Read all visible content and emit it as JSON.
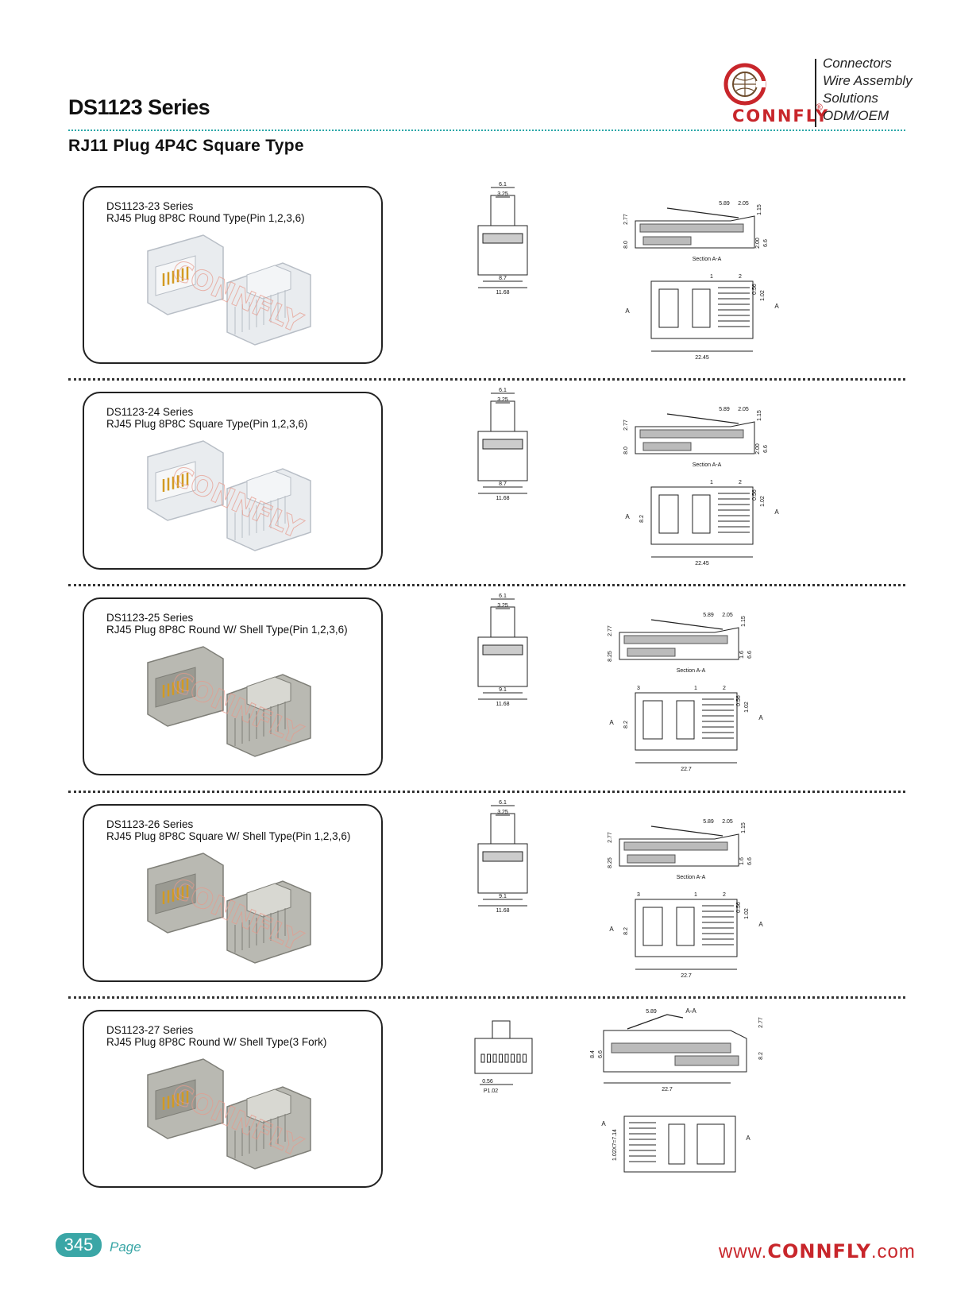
{
  "header": {
    "series_title": "DS1123 Series",
    "subtitle": "RJ11 Plug 4P4C Square Type",
    "brand": "CONNFLY",
    "brand_mark": "®",
    "taglines": [
      "Connectors",
      "Wire Assembly",
      "Solutions",
      "ODM/OEM"
    ]
  },
  "products": [
    {
      "name": "DS1123-23 Series",
      "desc": "RJ45 Plug 8P8C Round Type(Pin 1,2,3,6)",
      "shell": false,
      "dims": {
        "top_w": "6.1",
        "top_inner": "3.25",
        "w1": "8.7",
        "w2": "11.68",
        "s1": "5.89",
        "s2": "2.05",
        "s3": "1.15",
        "h1": "2.77",
        "h2": "8.0",
        "h3": "2.00",
        "h4": "6.6",
        "section": "Section A-A",
        "p1": "0.56",
        "p2": "1.02",
        "len": "22.45",
        "call1": "1",
        "call2": "2",
        "arrow": "A"
      }
    },
    {
      "name": "DS1123-24 Series",
      "desc": "RJ45 Plug 8P8C Square Type(Pin 1,2,3,6)",
      "shell": false,
      "dims": {
        "top_w": "6.1",
        "top_inner": "3.25",
        "w1": "8.7",
        "w2": "11.68",
        "s1": "5.89",
        "s2": "2.05",
        "s3": "1.15",
        "h1": "2.77",
        "h2": "8.0",
        "h3": "2.00",
        "h4": "6.6",
        "section": "Section A-A",
        "p1": "0.56",
        "p2": "1.02",
        "len": "22.45",
        "call1": "1",
        "call2": "2",
        "arrow": "A",
        "side": "8.2"
      }
    },
    {
      "name": "DS1123-25 Series",
      "desc": "RJ45 Plug 8P8C Round W/ Shell Type(Pin 1,2,3,6)",
      "shell": true,
      "dims": {
        "top_w": "6.1",
        "top_inner": "3.25",
        "w1": "9.1",
        "w2": "11.68",
        "s1": "5.89",
        "s2": "2.05",
        "s3": "1.15",
        "h1": "2.77",
        "h2": "8.25",
        "h3": "1.6",
        "h4": "6.6",
        "section": "Section A-A",
        "p1": "0.56",
        "p2": "1.02",
        "len": "22.7",
        "call1": "1",
        "call2": "2",
        "call3": "3",
        "arrow": "A",
        "side": "8.2"
      }
    },
    {
      "name": "DS1123-26 Series",
      "desc": "RJ45 Plug 8P8C Square W/ Shell Type(Pin 1,2,3,6)",
      "shell": true,
      "dims": {
        "top_w": "6.1",
        "top_inner": "3.25",
        "w1": "9.1",
        "w2": "11.68",
        "s1": "5.89",
        "s2": "2.05",
        "s3": "1.15",
        "h1": "2.77",
        "h2": "8.25",
        "h3": "1.6",
        "h4": "6.6",
        "section": "Section A-A",
        "p1": "0.56",
        "p2": "1.02",
        "len": "22.7",
        "call1": "1",
        "call2": "2",
        "call3": "3",
        "arrow": "A",
        "side": "8.2"
      }
    },
    {
      "name": "DS1123-27 Series",
      "desc": "RJ45 Plug 8P8C Round W/ Shell Type(3 Fork)",
      "shell": true,
      "dims": {
        "p1": "0.56",
        "p2": "P1.02",
        "s1": "5.89",
        "section": "A-A",
        "h1": "2.77",
        "h2": "8.4",
        "h3": "6.6",
        "h4": "8.2",
        "len": "22.7",
        "pitch": "1.02X7=7.14",
        "arrow": "A"
      }
    }
  ],
  "watermark": "CONNFLY",
  "footer": {
    "page_number": "345",
    "page_label": "Page",
    "url_prefix": "www.",
    "url_brand": "CONNFLY",
    "url_suffix": ".com"
  }
}
